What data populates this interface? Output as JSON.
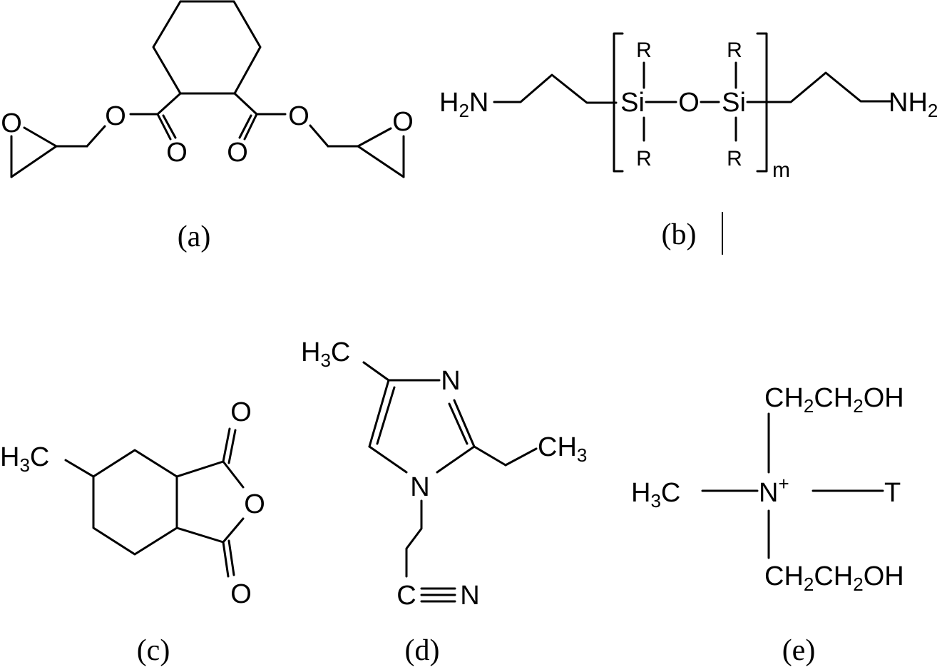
{
  "captions": {
    "a": "(a)",
    "b": "(b)",
    "c": "(c)",
    "d": "(d)",
    "e": "(e)"
  },
  "a": {
    "O": "O"
  },
  "b": {
    "H": "H",
    "N": "N",
    "two": "2",
    "Si": "Si",
    "O": "O",
    "R": "R",
    "m": "m"
  },
  "c": {
    "H": "H",
    "three": "3",
    "C": "C",
    "O": "O"
  },
  "d": {
    "H": "H",
    "three": "3",
    "C": "C",
    "N": "N"
  },
  "e": {
    "CH": "CH",
    "two": "2",
    "OH": "OH",
    "H": "H",
    "three": "3",
    "C": "C",
    "N": "N",
    "plus": "+",
    "T": "T"
  }
}
